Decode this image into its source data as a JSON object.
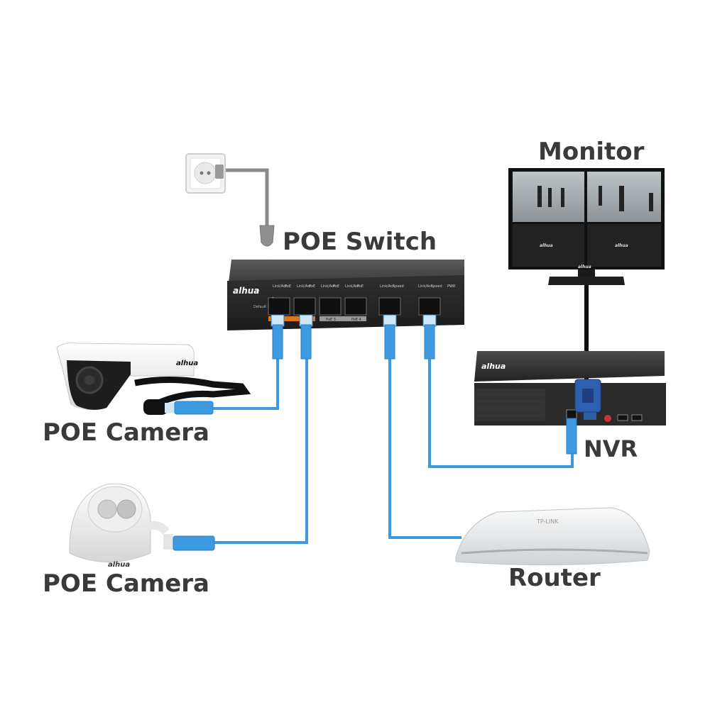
{
  "labels": {
    "monitor": "Monitor",
    "poe_switch": "POE Switch",
    "poe_camera_1": "POE Camera",
    "poe_camera_2": "POE Camera",
    "nvr": "NVR",
    "router": "Router"
  },
  "branding": {
    "switch_logo": "alhua",
    "nvr_logo": "alhua",
    "camera_logo": "alhua",
    "dome_logo": "alhua",
    "router_logo": "TP-LINK",
    "monitor_logo_left": "alhua",
    "monitor_logo_right": "alhua",
    "monitor_logo_stand": "alhua"
  },
  "switch_panel": {
    "port_header_1": "Link/Act",
    "poe_1": "PoE",
    "port_header_2": "Link/Act",
    "poe_2": "PoE",
    "port_header_3": "Link/Act",
    "poe_3": "PoE",
    "port_header_4": "Link/Act",
    "poe_4": "PoE",
    "uplink_header_1": "Link/Act",
    "speed_1": "Speed",
    "uplink_header_2": "Link/Act",
    "speed_2": "Speed",
    "pwr": "PWR",
    "mode_number": "1",
    "mode_label": "Default  Extend",
    "port_label_3": "PoE 3",
    "port_label_4": "PoE 4"
  },
  "colors": {
    "cable_blue": "#3d9ae0",
    "cable_blue_dark": "#2a7fc4",
    "switch_body": "#3a3a3a",
    "label_text": "#3a3a3a",
    "power_cable": "#8a8a8a"
  },
  "icons": [
    "wall-socket-icon",
    "power-plug-icon",
    "rj45-connector-icon",
    "vga-connector-icon"
  ]
}
